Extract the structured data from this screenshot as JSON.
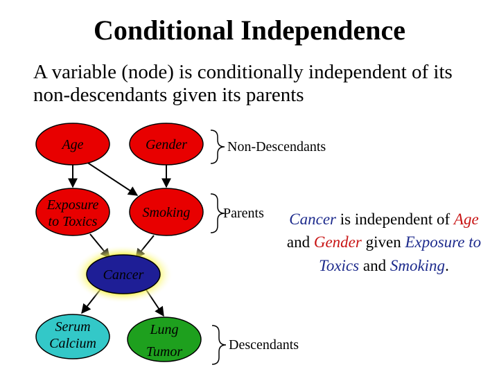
{
  "title": "Conditional Independence",
  "subtitle": "A variable (node) is conditionally independent of its non-descendants given its parents",
  "nodes": {
    "age": "Age",
    "gender": "Gender",
    "exposure_line1": "Exposure",
    "exposure_line2": "to Toxics",
    "smoking": "Smoking",
    "cancer": "Cancer",
    "serum_line1": "Serum",
    "serum_line2": "Calcium",
    "lung_line1": "Lung",
    "lung_line2": "Tumor"
  },
  "groups": {
    "non_descendants": "Non-Descendants",
    "parents": "Parents",
    "descendants": "Descendants"
  },
  "note": {
    "cancer": "Cancer",
    "t1": " is independent of ",
    "age": "Age",
    "t2": " and ",
    "gender": "Gender",
    "t3": " given ",
    "exposure": "Exposure to Toxics",
    "t4": " and ",
    "smoking": "Smoking",
    "t5": "."
  },
  "colors": {
    "red_node": "#e80000",
    "blue_node": "#1e1e96",
    "cyan_node": "#33c8c8",
    "green_node": "#1ea01e",
    "glow": "#f5f000",
    "note_blue": "#1c2a8c",
    "note_red": "#c81414"
  }
}
